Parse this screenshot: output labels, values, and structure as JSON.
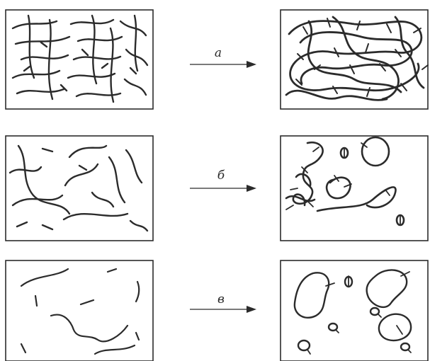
{
  "rows": [
    {
      "id": "a",
      "label": "а"
    },
    {
      "id": "b",
      "label": "б"
    },
    {
      "id": "c",
      "label": "в"
    }
  ],
  "colors": {
    "ink": "#2b2b2b",
    "background": "#ffffff"
  }
}
